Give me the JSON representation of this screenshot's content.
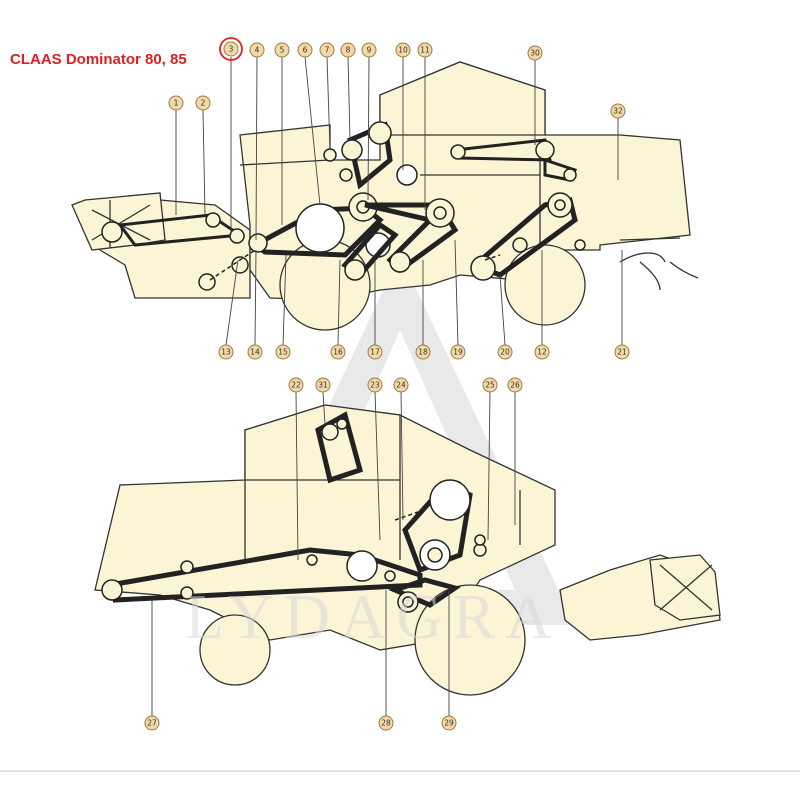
{
  "title": "CLAAS Dominator 80, 85",
  "watermark": "LYDAGRA",
  "accent_color": "#e02020",
  "highlighted_callout": "3",
  "callouts_top": [
    "1",
    "2",
    "3",
    "4",
    "5",
    "6",
    "7",
    "8",
    "9",
    "10",
    "11",
    "30",
    "32",
    "13",
    "14",
    "15",
    "16",
    "17",
    "18",
    "19",
    "20",
    "12",
    "21"
  ],
  "callouts_bottom": [
    "22",
    "31",
    "23",
    "24",
    "25",
    "26",
    "27",
    "28",
    "29"
  ]
}
